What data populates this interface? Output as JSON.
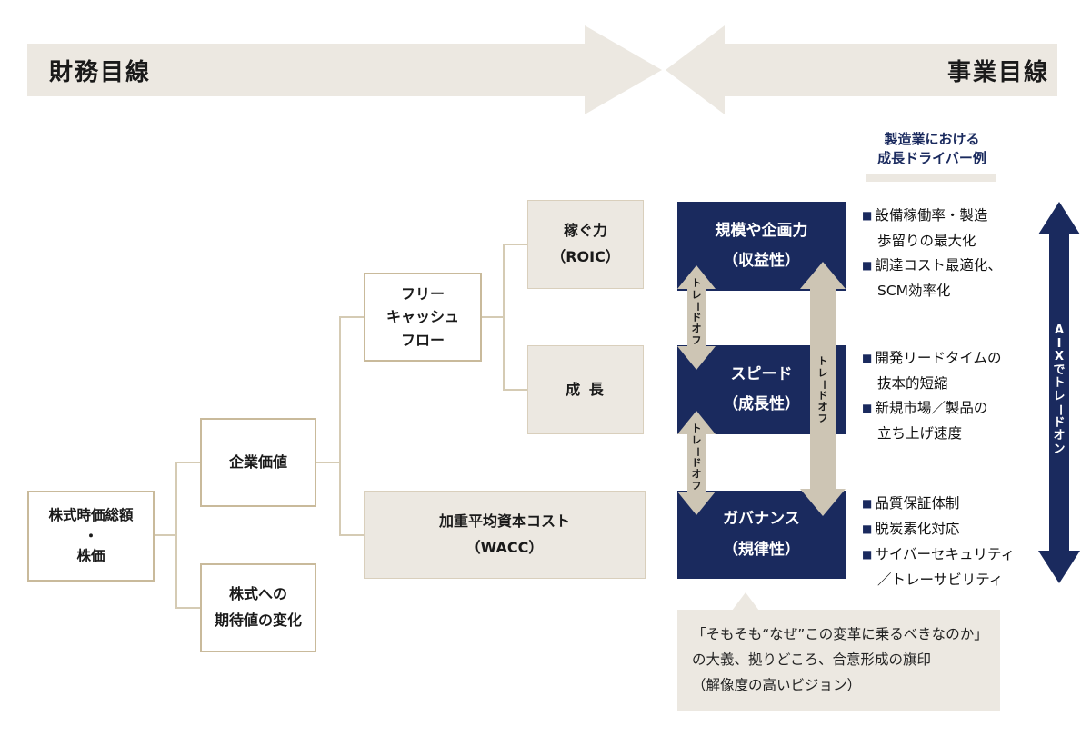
{
  "banner": {
    "left_label": "財務目線",
    "right_label": "事業目線"
  },
  "tree": {
    "market_cap": {
      "lines": [
        "株式時価総額",
        "・",
        "株価"
      ]
    },
    "enterprise_value": {
      "lines": [
        "企業価値"
      ]
    },
    "equity_expectation": {
      "lines": [
        "株式への",
        "期待値の変化"
      ]
    },
    "fcf": {
      "lines": [
        "フリー",
        "キャッシュ",
        "フロー"
      ]
    },
    "roic": {
      "lines": [
        "稼ぐ力",
        "（ROIC）"
      ]
    },
    "growth": {
      "lines": [
        "成 長"
      ]
    },
    "wacc": {
      "lines": [
        "加重平均資本コスト",
        "（WACC）"
      ]
    }
  },
  "pillars": [
    {
      "title": "規模や企画力",
      "subtitle": "（収益性）"
    },
    {
      "title": "スピード",
      "subtitle": "（成長性）"
    },
    {
      "title": "ガバナンス",
      "subtitle": "（規律性）"
    }
  ],
  "tradeoff": {
    "label": "トレードオフ"
  },
  "tradeon": {
    "label": "AIXでトレードオン"
  },
  "drivers": {
    "header_lines": [
      "製造業における",
      "成長ドライバー例"
    ],
    "bullet_glyph": "■",
    "groups": [
      {
        "items": [
          {
            "lines": [
              "設備稼働率・製造",
              "歩留りの最大化"
            ]
          },
          {
            "lines": [
              "調達コスト最適化、",
              "SCM効率化"
            ]
          }
        ]
      },
      {
        "items": [
          {
            "lines": [
              "開発リードタイムの",
              "抜本的短縮"
            ]
          },
          {
            "lines": [
              "新規市場／製品の",
              "立ち上げ速度"
            ]
          }
        ]
      },
      {
        "items": [
          {
            "lines": [
              "品質保証体制"
            ]
          },
          {
            "lines": [
              "脱炭素化対応"
            ]
          },
          {
            "lines": [
              "サイバーセキュリティ",
              "／トレーサビリティ"
            ]
          }
        ]
      }
    ]
  },
  "callout": {
    "lines": [
      "「そもそも“なぜ”この変革に乗るべきなのか」",
      "の大義、拠りどころ、合意形成の旗印",
      "（解像度の高いビジョン）"
    ]
  },
  "colors": {
    "navy": "#1A2A5E",
    "beige": "#ECE8E1",
    "border_tan": "#C9BA9B",
    "arrow_tan": "#CDC5B4"
  }
}
